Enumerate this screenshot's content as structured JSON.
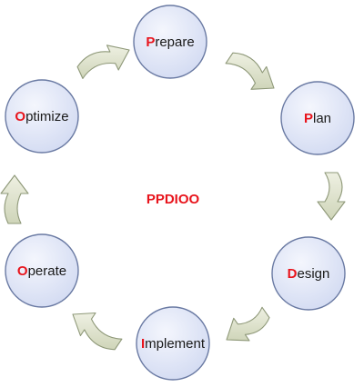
{
  "diagram": {
    "center_title": "PPDIOO",
    "colors": {
      "accent": "#e8141c",
      "node_fill": "#dfe5f7",
      "node_stroke": "#6a7aa3",
      "arrow_fill": "#dfe3cf",
      "arrow_stroke": "#8e9878",
      "text": "#1a1a1a"
    },
    "phases": [
      {
        "name": "Prepare",
        "initial": "P",
        "rest": "repare"
      },
      {
        "name": "Plan",
        "initial": "P",
        "rest": "lan"
      },
      {
        "name": "Design",
        "initial": "D",
        "rest": "esign"
      },
      {
        "name": "Implement",
        "initial": "I",
        "rest": "mplement"
      },
      {
        "name": "Operate",
        "initial": "O",
        "rest": "perate"
      },
      {
        "name": "Optimize",
        "initial": "O",
        "rest": "ptimize"
      }
    ]
  }
}
